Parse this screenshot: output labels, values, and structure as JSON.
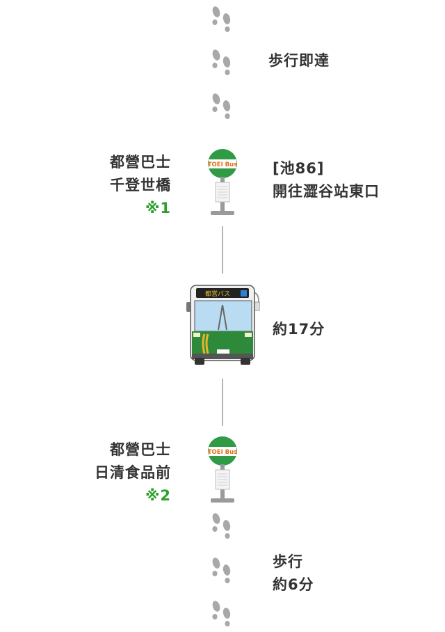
{
  "colors": {
    "text": "#333333",
    "note": "#2ca02c",
    "bus_stop_green": "#2f9b44",
    "bus_stop_text": "#e2701a",
    "bus_body": "#2e8a3a",
    "footprint": "#a8a8a8"
  },
  "steps": {
    "walk_top": {
      "label": "歩行即達",
      "icon": "footprints-icon"
    },
    "board_stop": {
      "line1": "都營巴士",
      "line2": "千登世橋",
      "note": "※1",
      "route": "[池86]",
      "direction": "開往澀谷站東口",
      "sign": "TOEI Bus"
    },
    "ride": {
      "duration": "約17分",
      "bus_display": "都営バス",
      "icon": "bus-icon"
    },
    "alight_stop": {
      "line1": "都營巴士",
      "line2": "日清食品前",
      "note": "※2",
      "sign": "TOEI Bus"
    },
    "walk_bottom": {
      "line1": "歩行",
      "line2": "約6分",
      "icon": "footprints-icon"
    }
  }
}
